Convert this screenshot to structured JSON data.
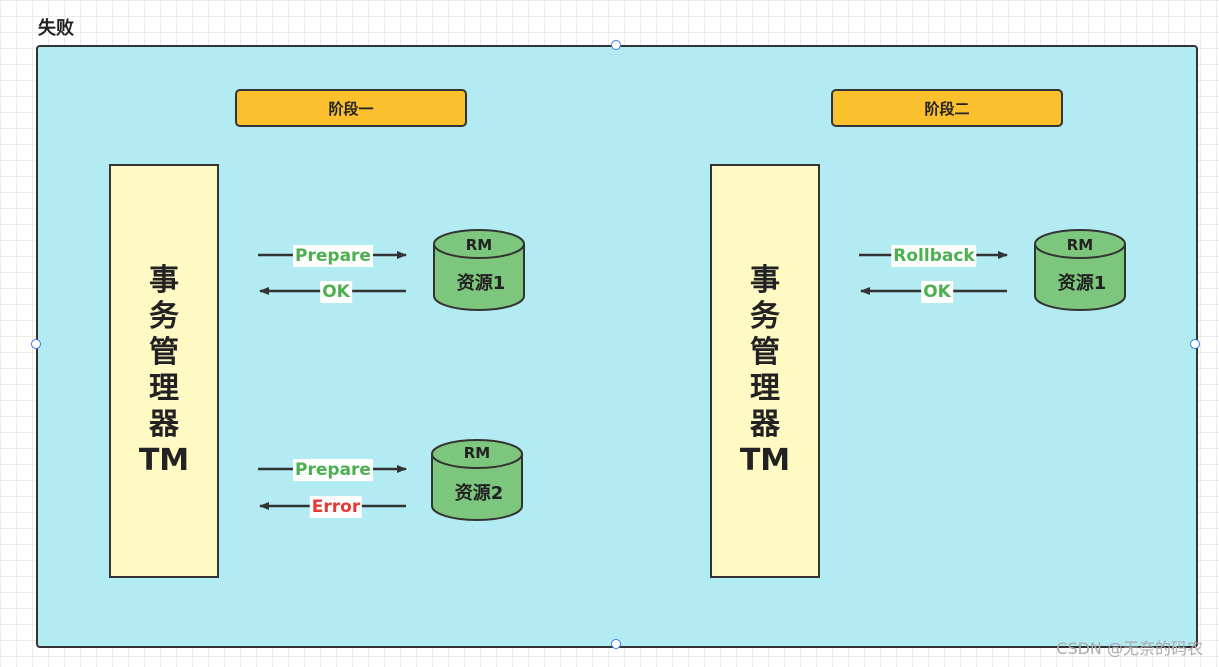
{
  "title": "失败",
  "phase1": {
    "stage_label": "阶段一",
    "tm_label": "事\n务\n管\n理\n器\nTM",
    "rm_top_label": "RM",
    "resource_top": "资源1",
    "prepare_top": "Prepare",
    "ok_top": "OK",
    "rm_bottom_label": "RM",
    "resource_bottom": "资源2",
    "prepare_bottom": "Prepare",
    "error_bottom": "Error"
  },
  "phase2": {
    "stage_label": "阶段二",
    "tm_label": "事\n务\n管\n理\n器\nTM",
    "rm_label": "RM",
    "resource": "资源1",
    "rollback": "Rollback",
    "ok": "OK"
  },
  "watermark": "CSDN @无奈的码农",
  "colors": {
    "background_frame": "#b2ebf2",
    "stage": "#fbc02d",
    "tm_box": "#fff9c4",
    "database": "#7dc67d",
    "message_green": "#4caf50",
    "message_error": "#e53935"
  }
}
